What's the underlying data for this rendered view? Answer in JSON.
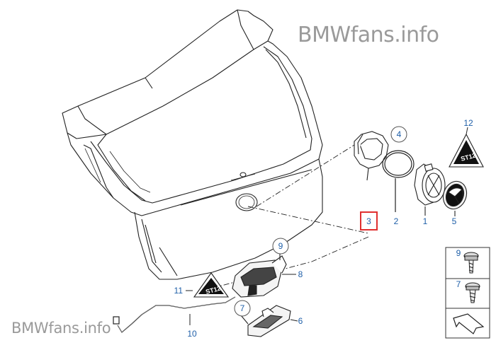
{
  "watermark_top": "BMWfans.info",
  "watermark_bottom": "BMWfans.info",
  "callouts": {
    "c1": "1",
    "c2": "2",
    "c3": "3",
    "c4": "4",
    "c5": "5",
    "c6": "6",
    "c7": "7",
    "c8": "8",
    "c9": "9",
    "c10": "10",
    "c11": "11",
    "c12": "12",
    "side9": "9",
    "side7": "7"
  },
  "colors": {
    "callout_text": "#1f5fa8",
    "highlight_box": "#e03030",
    "watermark": "#9a9a9a"
  }
}
